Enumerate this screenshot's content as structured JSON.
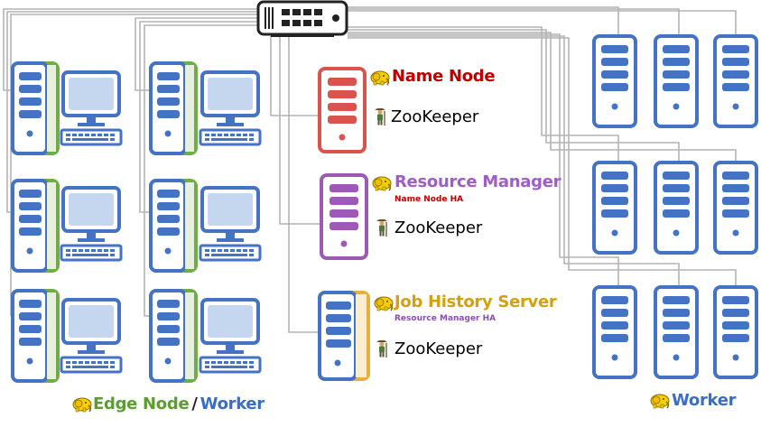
{
  "colors": {
    "cable": "#b4b4b4",
    "server_blue": "#4472c4",
    "edge_green": "#70ad47",
    "namenode_red": "#d9534f",
    "rm_purple": "#9e59b6",
    "jhs_gold": "#e6b040",
    "label_red": "#c00000",
    "label_purple": "#a05cc8",
    "label_gold": "#d4a010",
    "label_green": "#5a9e2f",
    "label_blue": "#3a6ec5"
  },
  "icons": [
    "switch-icon",
    "server-icon",
    "monitor-icon",
    "keyboard-icon",
    "hadoop-elephant-icon",
    "zookeeper-keeper-icon"
  ],
  "roles": {
    "name_node": {
      "title": "Name Node",
      "zookeeper": "ZooKeeper"
    },
    "resource_manager": {
      "title": "Resource Manager",
      "subtitle": "Name Node HA",
      "zookeeper": "ZooKeeper"
    },
    "job_history": {
      "title": "Job History Server",
      "subtitle": "Resource Manager HA",
      "zookeeper": "ZooKeeper"
    }
  },
  "groups": {
    "edge_left": "Edge Node",
    "edge_sep": "/",
    "edge_right": "Worker",
    "worker": "Worker"
  }
}
